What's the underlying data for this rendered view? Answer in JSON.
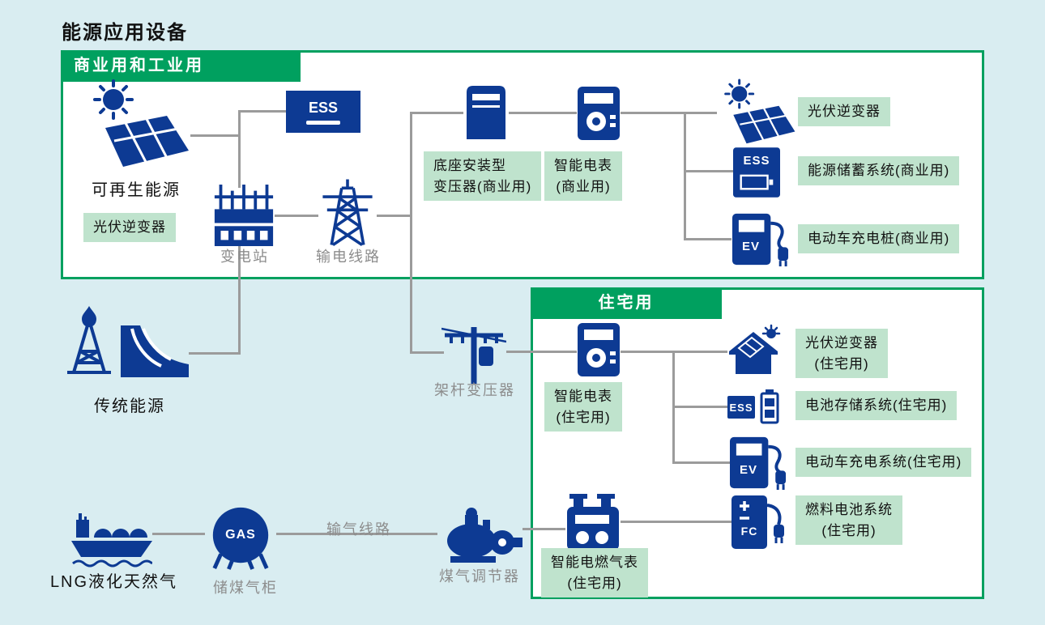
{
  "title": "能源应用设备",
  "colors": {
    "background": "#d9edf1",
    "icon_navy": "#0d3a93",
    "section_green": "#00a05f",
    "tag_green": "#bfe3cd",
    "connector_gray": "#9b9b9b"
  },
  "commercial": {
    "header": "商业用和工业用",
    "renewable_label": "可再生能源",
    "renewable_tag": "光伏逆变器",
    "ess_box_label": "ESS",
    "substation_label": "变电站",
    "transmission_label": "输电线路",
    "pad_transformer_tag": "底座安装型\n变压器(商业用)",
    "smart_meter_tag": "智能电表\n(商业用)",
    "devices": [
      {
        "icon": "solar-panel-icon",
        "tag": "光伏逆变器"
      },
      {
        "icon": "ess-storage-icon",
        "icon_text": "ESS",
        "tag": "能源储蓄系统(商业用)"
      },
      {
        "icon": "ev-charger-icon",
        "icon_text": "EV",
        "tag": "电动车充电桩(商业用)"
      }
    ]
  },
  "traditional_label": "传统能源",
  "pole_transformer_label": "架杆变压器",
  "residential": {
    "header": "住宅用",
    "smart_meter_tag": "智能电表\n(住宅用)",
    "gas_meter_tag": "智能电燃气表\n(住宅用)",
    "devices": [
      {
        "icon": "house-solar-icon",
        "tag": "光伏逆变器\n(住宅用)"
      },
      {
        "icon": "battery-storage-icon",
        "icon_text": "ESS",
        "tag": "电池存储系统(住宅用)"
      },
      {
        "icon": "ev-charger-icon",
        "icon_text": "EV",
        "tag": "电动车充电系统(住宅用)"
      },
      {
        "icon": "fuel-cell-icon",
        "icon_text": "FC",
        "tag": "燃料电池系统\n(住宅用)"
      }
    ]
  },
  "gas": {
    "lng_label": "LNG液化天然气",
    "tank_label": "储煤气柜",
    "tank_text": "GAS",
    "pipeline_label": "输气线路",
    "regulator_label": "煤气调节器"
  }
}
